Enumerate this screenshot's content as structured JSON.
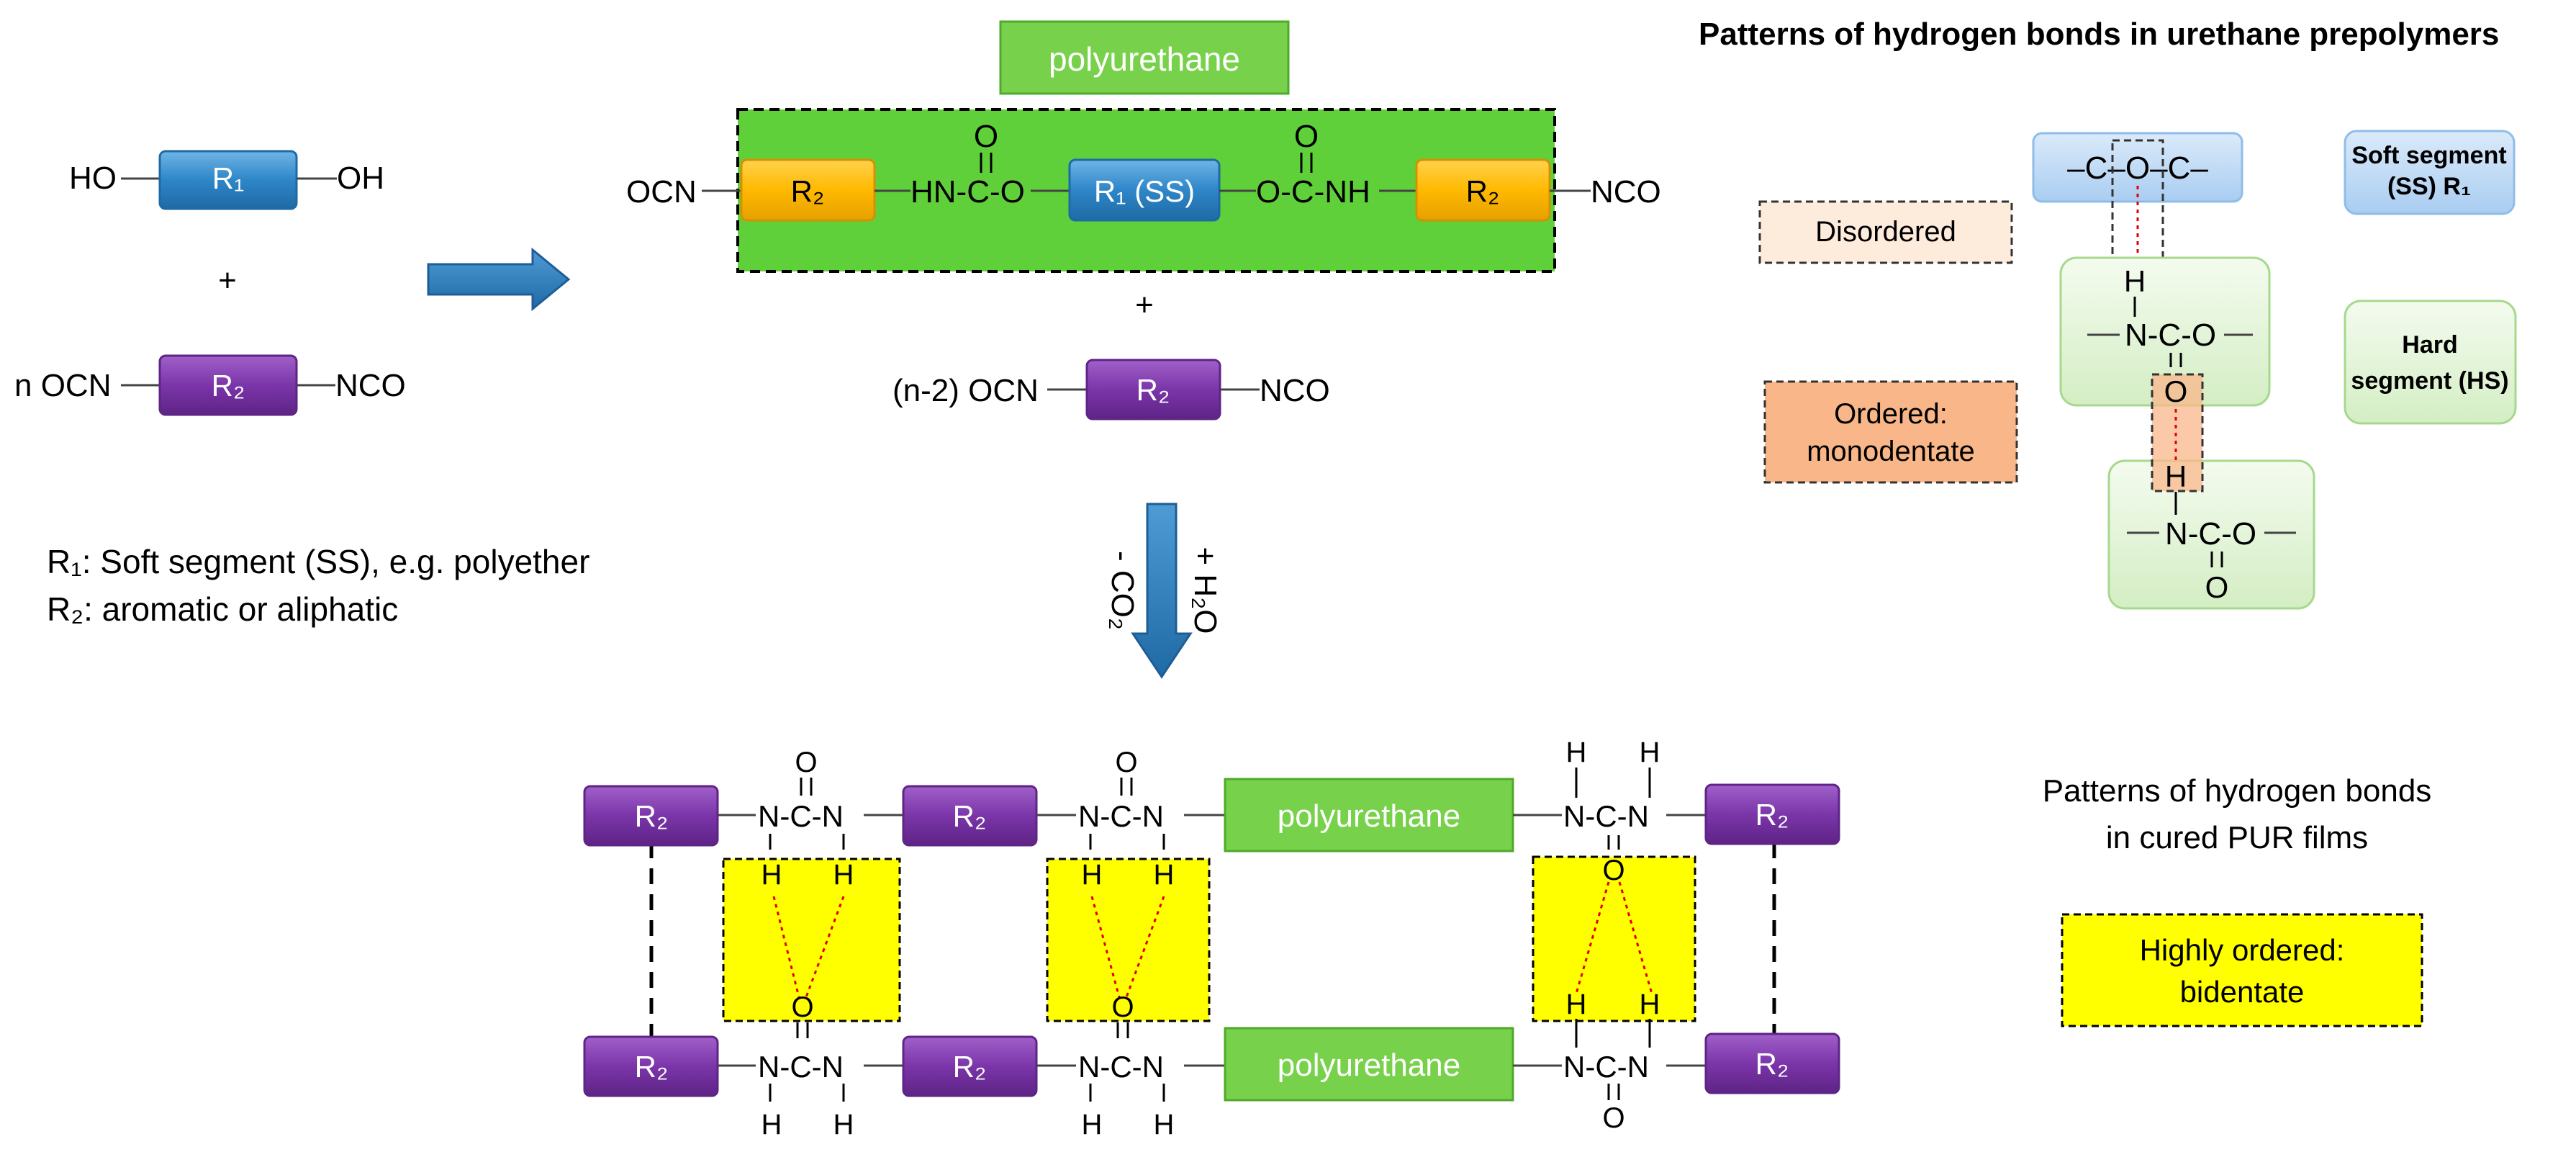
{
  "reactants": {
    "ho_left": "HO",
    "oh_right": "OH",
    "r1": "R₁",
    "plus": "+",
    "n_ocn": "n OCN",
    "r2": "R₂",
    "nco": "NCO"
  },
  "legend": {
    "r1_line": "R₁: Soft segment (SS), e.g. polyether",
    "r2_line": "R₂: aromatic or aliphatic"
  },
  "product": {
    "title": "polyurethane",
    "ocn": "OCN",
    "r2": "R₂",
    "hnco": "HN-C-O",
    "r1ss": "R₁ (SS)",
    "ocnh": "O-C-NH",
    "nco": "NCO",
    "o": "O",
    "plus": "+",
    "n2_ocn": "(n-2) OCN",
    "r2b": "R₂",
    "ncob": "NCO"
  },
  "reaction_arrow": {
    "left_label": "- CO₂",
    "right_label": "+ H₂O"
  },
  "prepolymer_panel": {
    "title": "Patterns of hydrogen bonds in urethane prepolymers",
    "disordered": "Disordered",
    "ordered_line1": "Ordered:",
    "ordered_line2": "monodentate",
    "ss_line1": "Soft segment",
    "ss_line2": "(SS) R₁",
    "hs_line1": "Hard",
    "hs_line2": "segment (HS)",
    "coc": "–C–O–C–",
    "h": "H",
    "ncoo": "N-C-O",
    "o": "O"
  },
  "cured": {
    "title_line1": "Patterns of hydrogen bonds",
    "title_line2": "in cured PUR films",
    "bidentate_line1": "Highly ordered:",
    "bidentate_line2": "bidentate",
    "r2": "R₂",
    "polyurethane": "polyurethane",
    "ncn": "N-C-N",
    "o": "O",
    "h": "H"
  },
  "colors": {
    "blue_box": "#2e86c8",
    "purple_box": "#7b35a9",
    "orange_box": "#ffb900",
    "green_box": "#5fcf3a",
    "green_label": "#78d14b",
    "yellow_box": "#ffff00",
    "arrow": "#2a7bbf"
  }
}
